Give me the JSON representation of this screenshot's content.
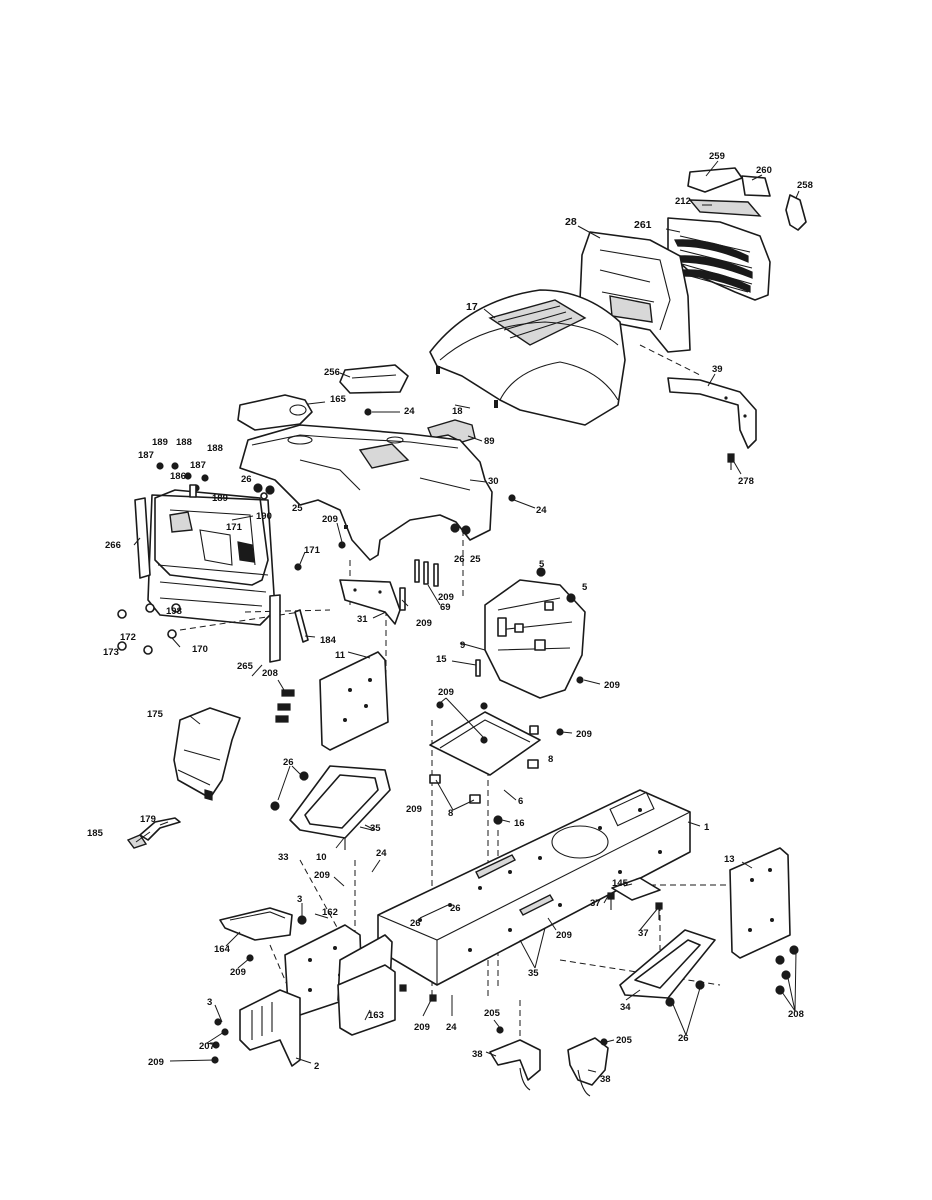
{
  "diagram": {
    "callouts": [
      "259",
      "260",
      "258",
      "212",
      "28",
      "261",
      "17",
      "39",
      "278",
      "256",
      "165",
      "24",
      "18",
      "89",
      "189",
      "188",
      "187",
      "186",
      "187",
      "188",
      "189",
      "26",
      "25",
      "30",
      "24",
      "190",
      "209",
      "171",
      "26",
      "25",
      "5",
      "5",
      "266",
      "171",
      "69",
      "209",
      "9",
      "31",
      "209",
      "198",
      "172",
      "173",
      "170",
      "265",
      "184",
      "15",
      "209",
      "11",
      "208",
      "209",
      "209",
      "175",
      "26",
      "8",
      "8",
      "209",
      "6",
      "35",
      "16",
      "1",
      "179",
      "185",
      "33",
      "10",
      "24",
      "13",
      "209",
      "145",
      "162",
      "37",
      "26",
      "37",
      "3",
      "26",
      "164",
      "209",
      "209",
      "35",
      "34",
      "26",
      "208",
      "3",
      "207",
      "163",
      "209",
      "24",
      "205",
      "209",
      "2",
      "38",
      "205",
      "38"
    ]
  }
}
